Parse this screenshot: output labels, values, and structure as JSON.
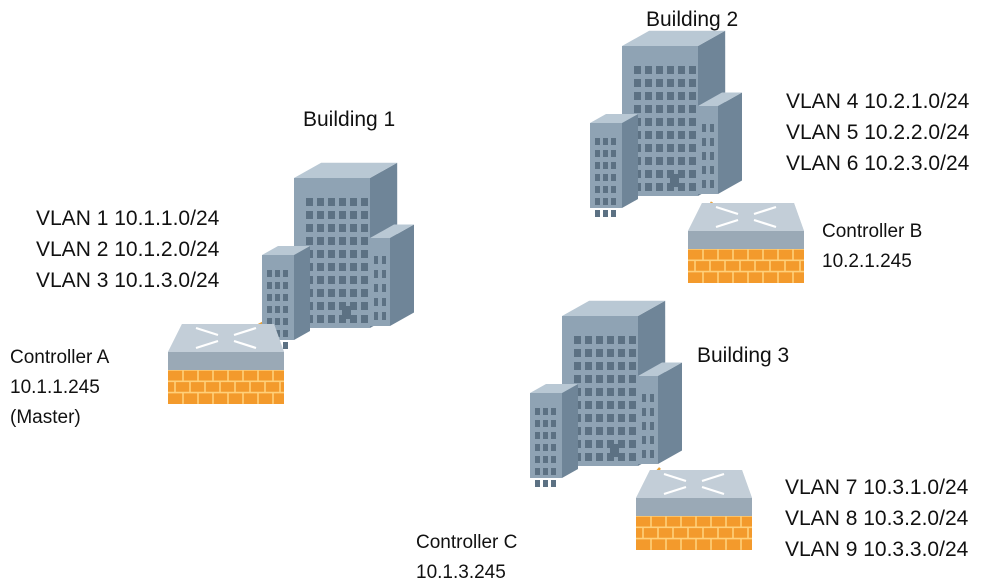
{
  "colors": {
    "building_front": "#8fa3b4",
    "building_side": "#6f8598",
    "building_top": "#b9c8d4",
    "window": "#5c7183",
    "firewall_brick": "#f39a2c",
    "firewall_mortar": "#ffd07a",
    "controller_top": "#c3ced8",
    "link_line": "#e6a23c"
  },
  "icons": {
    "building": "office-building-icon",
    "controller": "controller-switch-icon",
    "firewall": "firewall-brick-icon"
  },
  "sites": [
    {
      "building": "Building 1",
      "vlans": [
        "VLAN 1 10.1.1.0/24",
        "VLAN 2 10.1.2.0/24",
        "VLAN 3 10.1.3.0/24"
      ],
      "controller": {
        "name": "Controller A",
        "ip": "10.1.1.245",
        "role": "(Master)"
      }
    },
    {
      "building": "Building 2",
      "vlans": [
        "VLAN 4 10.2.1.0/24",
        "VLAN 5 10.2.2.0/24",
        "VLAN 6 10.2.3.0/24"
      ],
      "controller": {
        "name": "Controller B",
        "ip": "10.2.1.245"
      }
    },
    {
      "building": "Building 3",
      "vlans": [
        "VLAN 7 10.3.1.0/24",
        "VLAN 8 10.3.2.0/24",
        "VLAN 9 10.3.3.0/24"
      ],
      "controller": {
        "name": "Controller C",
        "ip": "10.1.3.245"
      }
    }
  ]
}
